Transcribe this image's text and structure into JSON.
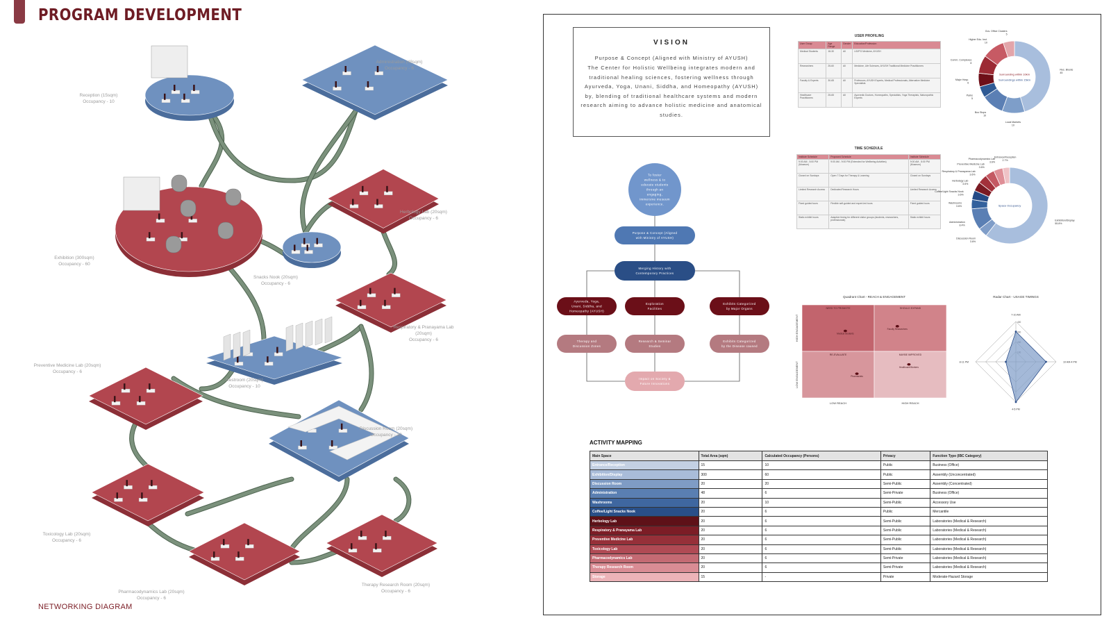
{
  "header": {
    "title": "PROGRAM DEVELOPMENT",
    "caption": "NETWORKING DIAGRAM"
  },
  "colors": {
    "accent": "#7a1c24",
    "blue": "#6f91bf",
    "red": "#b2464f",
    "path": "#7b917c"
  },
  "rooms": [
    {
      "id": "reception",
      "label": "Reception (15sqm)",
      "occ": "Occupancy - 10",
      "type": "blue",
      "shape": "ellipse"
    },
    {
      "id": "admin",
      "label": "Administration (48sqm)",
      "occ": "Occupancy - 6",
      "type": "blue",
      "shape": "rect"
    },
    {
      "id": "exhibition",
      "label": "Exhibition (300sqm)",
      "occ": "Occupancy - 60",
      "type": "red",
      "shape": "ellipse"
    },
    {
      "id": "herbology",
      "label": "Herbology Lab (20sqm)",
      "occ": "Occupancy - 6",
      "type": "red",
      "shape": "rect"
    },
    {
      "id": "snacks",
      "label": "Snacks Nook (20sqm)",
      "occ": "Occupancy - 6",
      "type": "blue",
      "shape": "ellipse"
    },
    {
      "id": "respiratory",
      "label": "Respiratory & Pranayama Lab (20sqm)",
      "occ": "Occupancy - 6",
      "type": "red",
      "shape": "rect"
    },
    {
      "id": "preventive",
      "label": "Preventive Medicine Lab (20sqm)",
      "occ": "Occupancy - 6",
      "type": "red",
      "shape": "rect"
    },
    {
      "id": "restroom",
      "label": "Restroom (20sqm)",
      "occ": "Occupancy - 10",
      "type": "blue",
      "shape": "rect"
    },
    {
      "id": "discussion",
      "label": "Discussion Room (20sqm)",
      "occ": "Occupancy - 20",
      "type": "blue",
      "shape": "rect"
    },
    {
      "id": "toxicology",
      "label": "Toxicology Lab (20sqm)",
      "occ": "Occupancy - 6",
      "type": "red",
      "shape": "rect"
    },
    {
      "id": "pharmaco",
      "label": "Pharmacodynamics Lab (20sqm)",
      "occ": "Occupancy - 6",
      "type": "red",
      "shape": "rect"
    },
    {
      "id": "therapy",
      "label": "Therapy Research Room (20sqm)",
      "occ": "Occupancy - 6",
      "type": "red",
      "shape": "rect"
    }
  ],
  "vision": {
    "title": "VISION",
    "subtitle": "Purpose & Concept (Aligned with Ministry of AYUSH)",
    "body": "The Center for Holistic Wellbeing integrates modern and traditional healing sciences, fostering wellness through Ayurveda, Yoga, Unani, Siddha, and Homeopathy (AYUSH) by, blending of traditional healthcare systems and modern research aiming to advance holistic medicine and anatomical studies."
  },
  "user_profiling": {
    "title": "USER PROFILING",
    "headers": [
      "User Group",
      "Age Range",
      "Gender",
      "Education/Profession"
    ],
    "rows": [
      [
        "Medical Students",
        "18-30",
        "All",
        "UG/PG Medicine, AYUSH"
      ],
      [
        "Researchers",
        "25-60",
        "All",
        "Medicine, Life Sciences, AYUSH Traditional Medicine Practitioners"
      ],
      [
        "Faculty & Experts",
        "30-65",
        "All",
        "Professors, AYUSH Experts, Medical Professionals, Alternative Medicine Specialists"
      ],
      [
        "Healthcare Practitioners",
        "25-65",
        "All",
        "Ayurvedic Doctors, Homeopaths, Specialists, Yoga Therapists, Naturopathic Experts"
      ]
    ]
  },
  "time_schedule": {
    "title": "TIME SCHEDULE",
    "headers": [
      "Institute Schedule",
      "Proposed Schedule",
      "Institute Schedule"
    ],
    "rows": [
      [
        "9:00 AM - 5:00 PM (Museum)",
        "9:00 AM - 9:00 PM (Extended for Wellbeing Activities)",
        "9:00 AM - 5:00 PM (Museum)"
      ],
      [
        "Closed on Sundays",
        "Open 7 Days for Therapy & Learning",
        "Closed on Sundays"
      ],
      [
        "Limited Research Access",
        "Dedicated Research Hours",
        "Limited Research Access"
      ],
      [
        "Fixed guided tours",
        "Flexible self-guided and expert-led tours",
        "Fixed guided tours"
      ],
      [
        "Static exhibit hours",
        "Adaptive timing for different visitor groups (students, researchers, professionals)",
        "Static exhibit hours"
      ]
    ]
  },
  "flowchart": {
    "nodes": [
      {
        "id": "top",
        "text": "To foster wellness & to educate students through an engaging, immersive museum experience."
      },
      {
        "id": "n1",
        "text": "Purpose & Concept (Aligned with Ministry of AYUSH)"
      },
      {
        "id": "n2",
        "text": "Merging History with Contemporary Practices"
      },
      {
        "id": "b1",
        "text": "Ayurveda, Yoga, Unani, Siddha, and Homeopathy (AYUSH)"
      },
      {
        "id": "b2",
        "text": "Exploration Facilities"
      },
      {
        "id": "b3",
        "text": "Exhibits Categorized by Major Organs"
      },
      {
        "id": "c1",
        "text": "Therapy and Discussion Zones"
      },
      {
        "id": "c2",
        "text": "Research & Seminar Studies"
      },
      {
        "id": "c3",
        "text": "Exhibits Categorized by the Disease caused"
      },
      {
        "id": "end",
        "text": "Impact on Society & Future Innovations"
      }
    ]
  },
  "chart_data": [
    {
      "type": "pie",
      "title": "",
      "center_text": [
        "Surrounding within 10km",
        "Surroundings within 15km"
      ],
      "slices": [
        {
          "label": "Res. Blocks",
          "value": 45
        },
        {
          "label": "Local Markets",
          "value": 10
        },
        {
          "label": "Bus Stops",
          "value": 10
        },
        {
          "label": "Parks",
          "value": 5
        },
        {
          "label": "Major Hosp.",
          "value": 6
        },
        {
          "label": "Comm. Complexes",
          "value": 8
        },
        {
          "label": "Higher Edu. Inst.",
          "value": 10
        },
        {
          "label": "Gov. Office Clusters",
          "value": 5
        }
      ]
    },
    {
      "type": "pie",
      "title": "",
      "center_text": [
        "Space Occupancy"
      ],
      "slices": [
        {
          "label": "Exhibition/Display",
          "value": 55.8
        },
        {
          "label": "Discussion Room",
          "value": 3.6
        },
        {
          "label": "Administration",
          "value": 8.4
        },
        {
          "label": "Washrooms",
          "value": 3.6
        },
        {
          "label": "Coffee/Light Snacks Nook",
          "value": 3.6
        },
        {
          "label": "Herbology Lab",
          "value": 3.6
        },
        {
          "label": "Respiratory & Pranayama Lab",
          "value": 3.6
        },
        {
          "label": "Preventive Medicine Lab",
          "value": 3.6
        },
        {
          "label": "Pharmacodynamics Lab",
          "value": 3.6
        },
        {
          "label": "Entrance/Reception",
          "value": 2.7
        }
      ]
    },
    {
      "type": "scatter",
      "title": "Quadrant Chart - REACH & ENGAGEMENT",
      "xlabel_low": "LOW REACH",
      "xlabel_high": "HIGH REACH",
      "ylabel_low": "LOW ENGAGEMENT",
      "ylabel_high": "HIGH ENGAGEMENT",
      "quadrants": [
        "NEED TO PROMOTE",
        "SHOULD EXPAND",
        "RE-EVALUATE",
        "MAYBE IMPROVED"
      ],
      "points": [
        {
          "label": "Medical Students",
          "x": 0.3,
          "y": 0.72
        },
        {
          "label": "Faculty Researchers",
          "x": 0.66,
          "y": 0.77
        },
        {
          "label": "Pharmacists",
          "x": 0.38,
          "y": 0.26
        },
        {
          "label": "Healthcare/Workers",
          "x": 0.74,
          "y": 0.36
        }
      ]
    },
    {
      "type": "radar",
      "title": "Radar Chart - USAGE TIMINGS",
      "axes": [
        "7-10 AM",
        "10 AM-4 PM",
        "4-5 PM",
        "8-11 PM"
      ],
      "values": [
        300,
        300,
        400,
        100
      ],
      "ticks": [
        100,
        200,
        300,
        400
      ],
      "max": 400
    }
  ],
  "activity": {
    "title": "ACTIVITY MAPPING",
    "headers": [
      "Main Space",
      "Total Area (sqm)",
      "Calculated Occupancy (Persons)",
      "Privacy",
      "Function Type (IBC Category)"
    ],
    "rows": [
      {
        "cells": [
          "Entrance/Reception",
          "15",
          "10",
          "Public",
          "Business (Office)"
        ],
        "color": "#c3d0e3"
      },
      {
        "cells": [
          "Exhibition/Display",
          "300",
          "60",
          "Public",
          "Assembly (Unconcentrated)"
        ],
        "color": "#a9bcd9"
      },
      {
        "cells": [
          "Discussion Room",
          "20",
          "20",
          "Semi-Public",
          "Assembly (Concentrated)"
        ],
        "color": "#7f9cc5"
      },
      {
        "cells": [
          "Administration",
          "48",
          "6",
          "Semi-Private",
          "Business (Office)"
        ],
        "color": "#5a7fb2"
      },
      {
        "cells": [
          "Washrooms",
          "20",
          "10",
          "Semi-Public",
          "Accessory Use"
        ],
        "color": "#3f67a0"
      },
      {
        "cells": [
          "Coffee/Light Snacks Nook",
          "20",
          "6",
          "Public",
          "Mercantile"
        ],
        "color": "#294f88"
      },
      {
        "cells": [
          "Herbology Lab",
          "20",
          "6",
          "Semi-Public",
          "Laboratories (Medical & Research)"
        ],
        "color": "#5e1118"
      },
      {
        "cells": [
          "Respiratory & Pranayama Lab",
          "20",
          "6",
          "Semi-Public",
          "Laboratories (Medical & Research)"
        ],
        "color": "#7c1d26"
      },
      {
        "cells": [
          "Preventive Medicine Lab",
          "20",
          "6",
          "Semi-Public",
          "Laboratories (Medical & Research)"
        ],
        "color": "#963039"
      },
      {
        "cells": [
          "Toxicology Lab",
          "20",
          "6",
          "Semi-Public",
          "Laboratories (Medical & Research)"
        ],
        "color": "#b04a54"
      },
      {
        "cells": [
          "Pharmacodynamics Lab",
          "20",
          "6",
          "Semi-Private",
          "Laboratories (Medical & Research)"
        ],
        "color": "#c46a73"
      },
      {
        "cells": [
          "Therapy Research Room",
          "20",
          "6",
          "Semi-Private",
          "Laboratories (Medical & Research)"
        ],
        "color": "#d98c94"
      },
      {
        "cells": [
          "Storage",
          "15",
          "-",
          "Private",
          "Moderate-Hazard Storage"
        ],
        "color": "#ecb3b8"
      }
    ]
  }
}
